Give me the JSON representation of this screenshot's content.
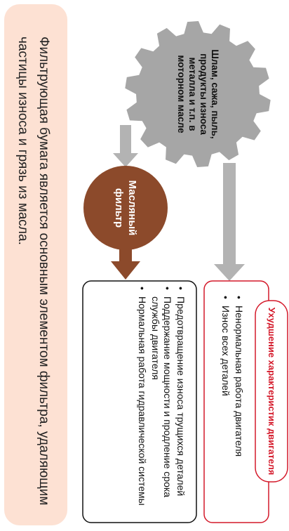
{
  "caption": "Фильтрующая бумага является основным элементом фильтра, удаляющим частицы износа и грязь из масла.",
  "gear_text": "Шлам, сажа, пыль, продукты износа металла и т.п. в моторном масле",
  "filter_text": "Масляный фильтр",
  "benefits": [
    "Предотвращение износа трущихся деталей",
    "Поддержание мощности и продление срока службы двигателя",
    "Нормальная работа гидравлической системы"
  ],
  "problem_label": "Ухудшение характеристик двигателя",
  "problems": [
    "Ненормальная работа двигателя",
    "Износ всех деталей"
  ],
  "colors": {
    "caption_bg": "#fde1d3",
    "gear": "#a6a6a6",
    "arrow": "#b3b3b3",
    "filter": "#8c4a2b",
    "accent_red": "#d4192a"
  }
}
